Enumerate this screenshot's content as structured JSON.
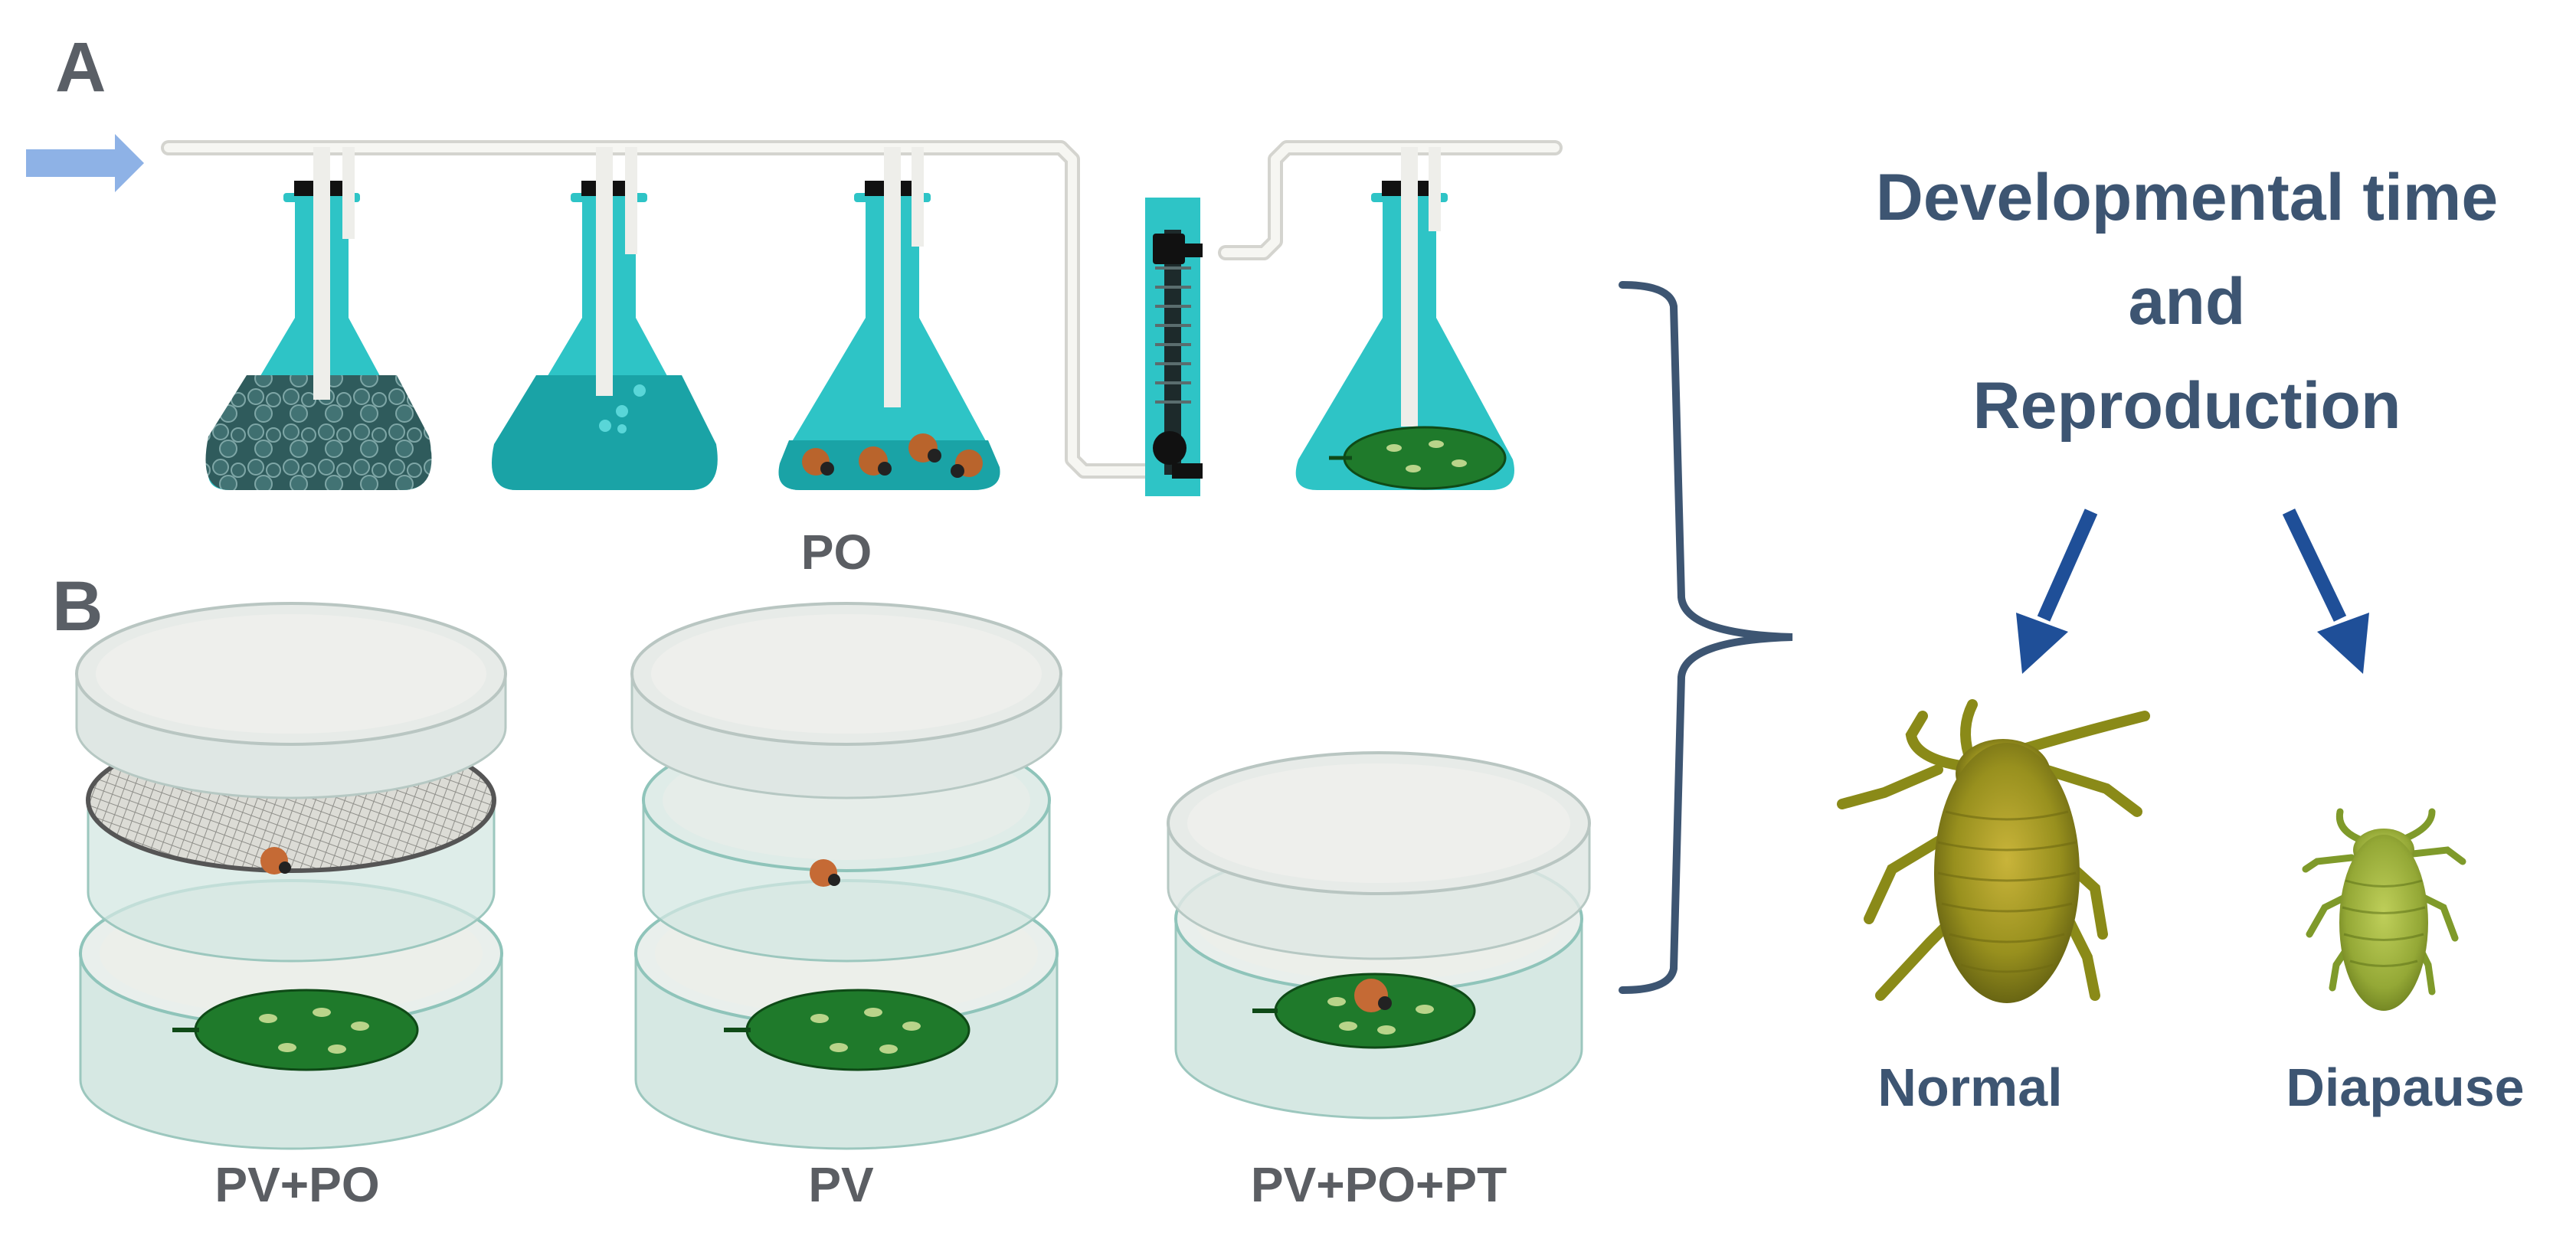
{
  "panels": {
    "a": "A",
    "b": "B"
  },
  "conditions": {
    "po": "PO",
    "pv_po": "PV+PO",
    "pv": "PV",
    "pv_po_pt": "PV+PO+PT"
  },
  "outcome": {
    "line1": "Developmental time",
    "line2": "and",
    "line3": "Reproduction"
  },
  "results": {
    "normal": "Normal",
    "diapause": "Diapause"
  },
  "colors": {
    "flask_fill": "#2ec4c6",
    "flask_liquid": "#1ea3a8",
    "tube": "#f2f2ee",
    "leaf": "#1f7a2b",
    "bracket": "#3d5572",
    "arrow_flow": "#8eb2e6",
    "arrow_result": "#1f4f98",
    "text_gray": "#5b5e63",
    "text_blue": "#3d5572"
  }
}
